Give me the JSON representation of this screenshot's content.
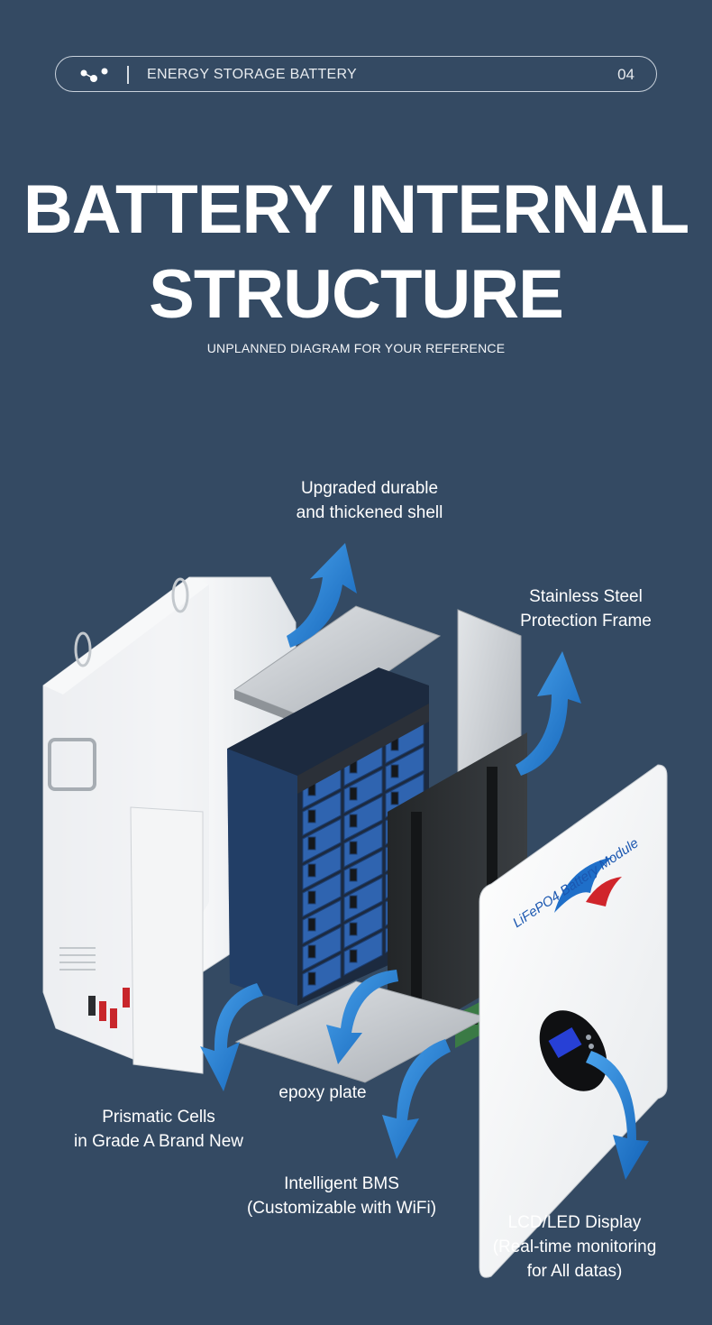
{
  "header": {
    "section_label": "ENERGY STORAGE BATTERY",
    "page_number": "04",
    "logo_icon": "molecule-dots-icon"
  },
  "title": {
    "line1": "BATTERY INTERNAL",
    "line2": "STRUCTURE"
  },
  "subtitle": "UNPLANNED DIAGRAM FOR YOUR REFERENCE",
  "front_panel": {
    "brand_text": "LiFePO4 Battery Module"
  },
  "labels": {
    "shell": [
      "Upgraded durable",
      "and thickened shell"
    ],
    "frame": [
      "Stainless Steel",
      "Protection Frame"
    ],
    "cells": [
      "Prismatic Cells",
      "in Grade A Brand New"
    ],
    "epoxy": [
      "epoxy plate"
    ],
    "bms": [
      "Intelligent BMS",
      "(Customizable with WiFi)"
    ],
    "display": [
      "LCD/LED Display",
      "(Real-time monitoring",
      "for All datas)"
    ]
  },
  "colors": {
    "background": "#344a63",
    "arrow_blue": "#1f7fd1",
    "cell_blue": "#2f64b0"
  }
}
